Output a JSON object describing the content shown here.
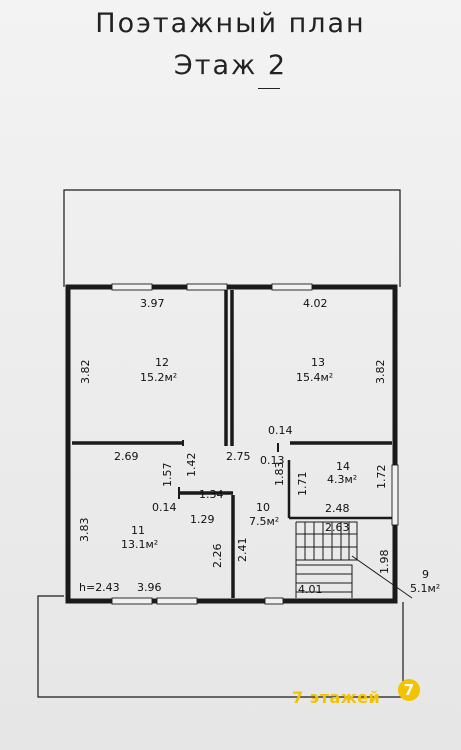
{
  "title": "Поэтажный план",
  "subtitle": "Этаж 2",
  "rooms": [
    {
      "number": "12",
      "area": "15.2м²"
    },
    {
      "number": "13",
      "area": "15.4м²"
    },
    {
      "number": "14",
      "area": "4.3м²"
    },
    {
      "number": "10",
      "area": "7.5м²"
    },
    {
      "number": "11",
      "area": "13.1м²"
    },
    {
      "number": "9",
      "area": "5.1м²"
    }
  ],
  "dimensions": [
    "3.97",
    "4.02",
    "3.82",
    "3.82",
    "0.14",
    "0.13",
    "2.69",
    "2.75",
    "1.57",
    "1.42",
    "1.83",
    "1.71",
    "1.72",
    "2.48",
    "0.14",
    "1.34",
    "1.29",
    "2.63",
    "3.83",
    "2.26",
    "2.41",
    "1.98",
    "4.01",
    "3.96"
  ],
  "height_note": "h=2.43",
  "watermark": "7 этажей",
  "watermark_logo": "7",
  "colors": {
    "line": "#1a1a1a",
    "watermark": "#f2c300"
  }
}
